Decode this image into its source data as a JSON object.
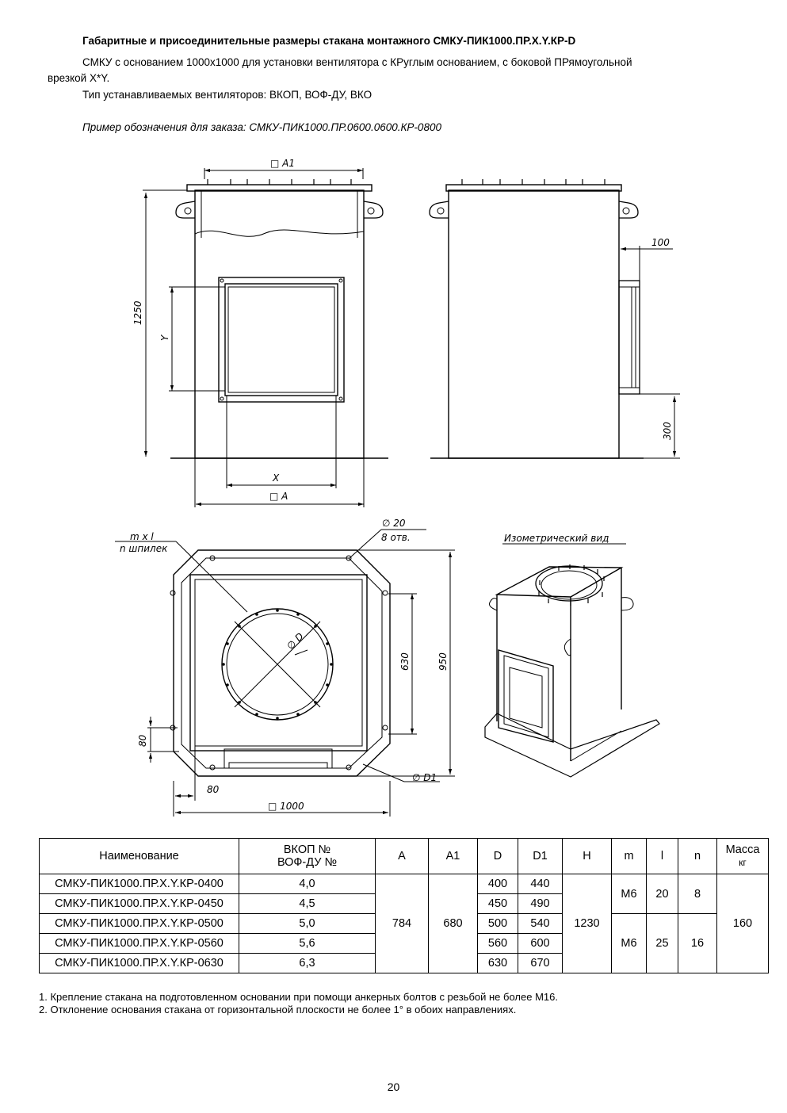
{
  "header": {
    "title": "Габаритные и присоединительные размеры стакана монтажного СМКУ-ПИК1000.ПР.Х.Y.КР-D",
    "desc_line1": "СМКУ с основанием 1000х1000 для установки вентилятора с КРуглым основанием, с боковой ПРямоугольной",
    "desc_line2": "врезкой X*Y.",
    "fan_types": "Тип устанавливаемых вентиляторов: ВКОП, ВОФ-ДУ, ВКО",
    "example": "Пример обозначения для заказа: СМКУ-ПИК1000.ПР.0600.0600.КР-0800"
  },
  "drawing_labels": {
    "a1": "□ A1",
    "a": "□ A",
    "x": "X",
    "y": "Y",
    "h1250": "1250",
    "d100": "100",
    "d300": "300",
    "mxl": "m x l",
    "nstuds": "n шпилек",
    "phi20": "∅ 20",
    "holes8": "8 отв.",
    "phiD": "∅ D",
    "phiD1": "∅ D1",
    "d630": "630",
    "d950": "950",
    "d80v": "80",
    "d80h": "80",
    "d1000": "□ 1000",
    "iso": "Изометрический вид"
  },
  "table": {
    "headers": {
      "name": "Наименование",
      "fan_l1": "ВКОП №",
      "fan_l2": "ВОФ-ДУ №",
      "a": "А",
      "a1": "А1",
      "d": "D",
      "d1": "D1",
      "h": "Н",
      "m": "m",
      "l": "l",
      "n": "n",
      "mass_l1": "Масса",
      "mass_l2": "кг"
    },
    "rows": [
      {
        "name": "СМКУ-ПИК1000.ПР.Х.Y.КР-0400",
        "fan": "4,0",
        "d": "400",
        "d1": "440"
      },
      {
        "name": "СМКУ-ПИК1000.ПР.Х.Y.КР-0450",
        "fan": "4,5",
        "d": "450",
        "d1": "490"
      },
      {
        "name": "СМКУ-ПИК1000.ПР.Х.Y.КР-0500",
        "fan": "5,0",
        "d": "500",
        "d1": "540"
      },
      {
        "name": "СМКУ-ПИК1000.ПР.Х.Y.КР-0560",
        "fan": "5,6",
        "d": "560",
        "d1": "600"
      },
      {
        "name": "СМКУ-ПИК1000.ПР.Х.Y.КР-0630",
        "fan": "6,3",
        "d": "630",
        "d1": "670"
      }
    ],
    "merged": {
      "a": "784",
      "a1": "680",
      "h": "1230",
      "m_top": "М6",
      "l_top": "20",
      "n_top": "8",
      "m_bot": "М6",
      "l_bot": "25",
      "n_bot": "16",
      "mass": "160"
    }
  },
  "notes": [
    "1. Крепление стакана на подготовленном основании при помощи анкерных болтов с резьбой не более М16.",
    "2. Отклонение основания стакана от горизонтальной плоскости не более 1° в обоих направлениях."
  ],
  "page_number": "20"
}
